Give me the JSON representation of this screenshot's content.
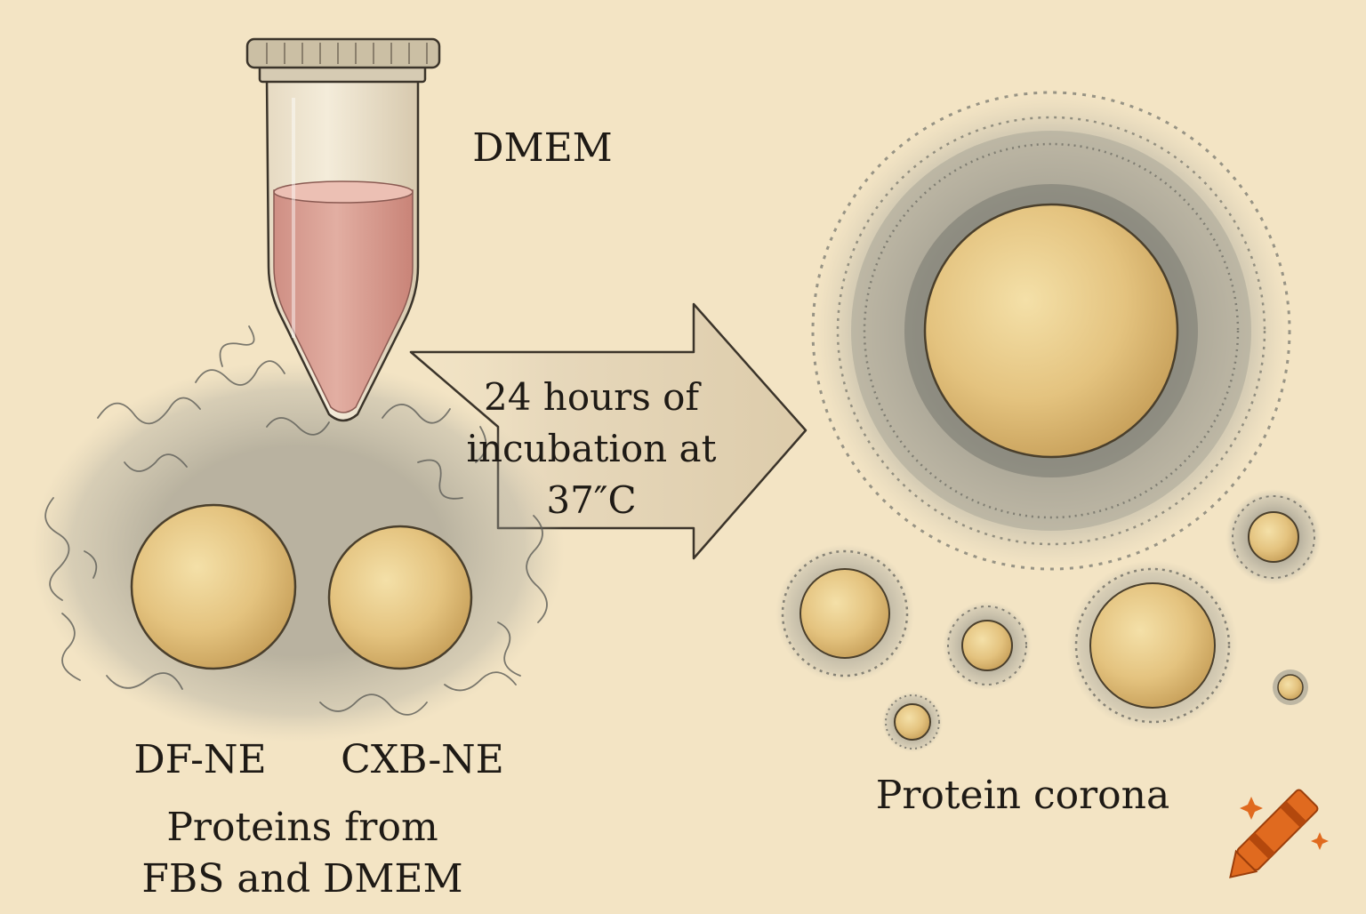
{
  "labels": {
    "dmem": "DMEM",
    "incubation": [
      "24 hours of",
      "incubation at",
      "37″C"
    ],
    "df_ne": "DF-NE",
    "cxb_ne": "CXB-NE",
    "proteins": [
      "Proteins from",
      "FBS and DMEM"
    ],
    "corona": "Protein corona"
  },
  "colors": {
    "background": "#f3e4c4",
    "droplet": "#e7c985",
    "liquid": "#d9a093",
    "protein": "#6f706a",
    "logo": "#e06a1f"
  },
  "icons": [
    "tube-icon",
    "arrow-icon",
    "crayon-logo-icon"
  ]
}
